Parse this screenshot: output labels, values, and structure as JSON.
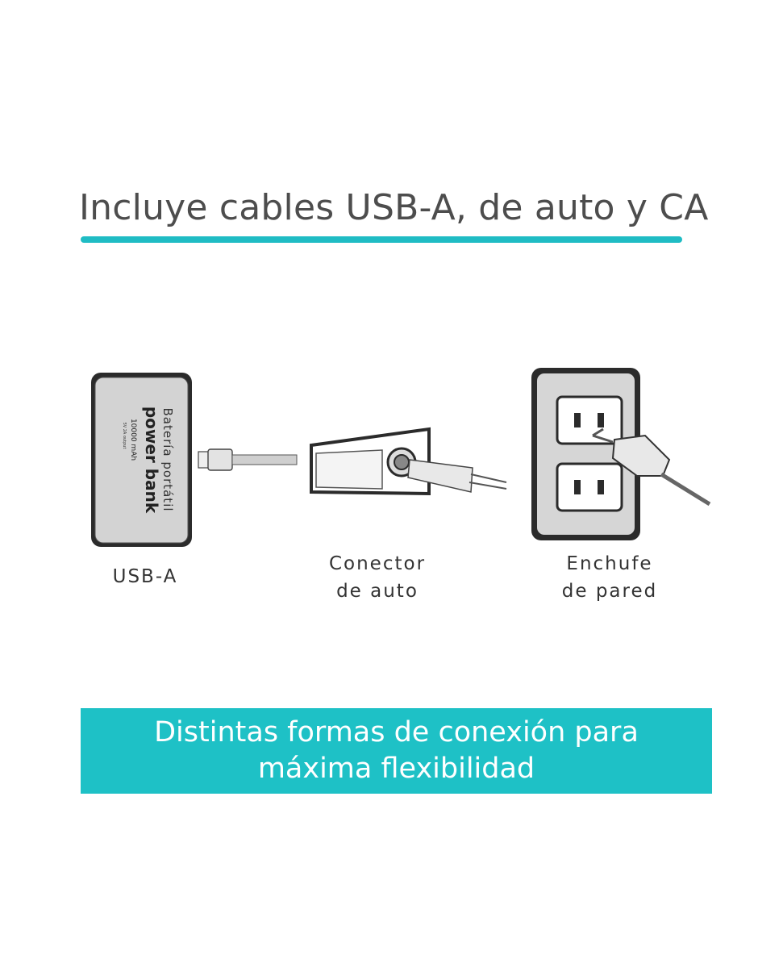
{
  "title": "Incluye cables USB-A, de auto y CA",
  "power_bank": {
    "line1": "Batería portátil",
    "line2": "power bank",
    "line3": "10000 mAh",
    "line4": "5V 2A output"
  },
  "labels": {
    "usb": "USB-A",
    "car_line1": "Conector",
    "car_line2": "de auto",
    "wall_line1": "Enchufe",
    "wall_line2": "de pared"
  },
  "banner": {
    "line1": "Distintas formas de conexión para",
    "line2": "máxima flexibilidad"
  },
  "colors": {
    "accent": "#1ec1c6",
    "title_text": "#4d4d4d"
  }
}
